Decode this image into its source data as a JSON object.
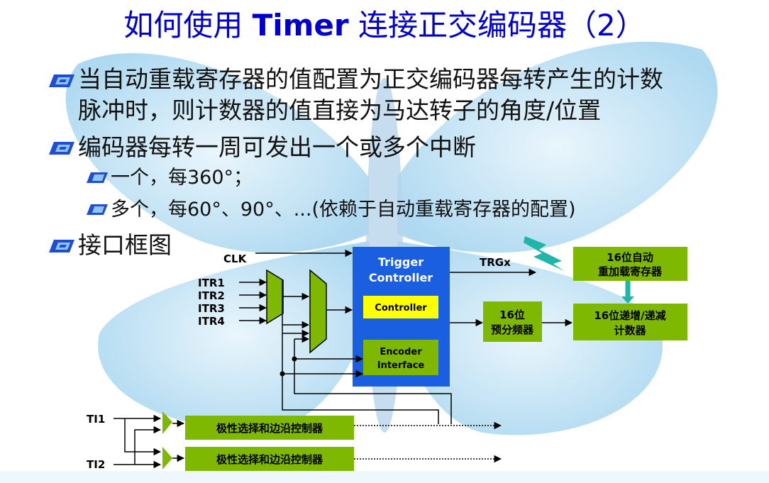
{
  "title": {
    "part1": "如何使用",
    "part2": "Timer",
    "part3": "连接正交编码器（2）"
  },
  "bullets": {
    "b1_line1": "当自动重载寄存器的值配置为正交编码器每转产生的计数",
    "b1_line2": "脉冲时，则计数器的值直接为马达转子的角度/位置",
    "b2": "编码器每转一周可发出一个或多个中断",
    "b2_sub1": "一个，每360°；",
    "b2_sub2": "多个，每60°、90°、...(依赖于自动重载寄存器的配置)",
    "b3": "接口框图"
  },
  "diagram": {
    "clk": "CLK",
    "itr1": "ITR1",
    "itr2": "ITR2",
    "itr3": "ITR3",
    "itr4": "ITR4",
    "trigger_controller_line1": "Trigger",
    "trigger_controller_line2": "Controller",
    "controller": "Controller",
    "encoder_line1": "Encoder",
    "encoder_line2": "Interface",
    "trgx": "TRGx",
    "reload_line1": "16位自动",
    "reload_line2": "重加载寄存器",
    "prescaler_line1": "16位",
    "prescaler_line2": "预分频器",
    "counter_line1": "16位递增/递减",
    "counter_line2": "计数器",
    "ti1": "TI1",
    "ti2": "TI2",
    "polarity1": "极性选择和边沿控制器",
    "polarity2": "极性选择和边沿控制器"
  },
  "colors": {
    "title_blue": "#0000cc",
    "block_blue": "#1a5fe0",
    "block_green": "#7fb800",
    "controller_yellow": "#ffff00",
    "lightning_teal": "#1fb5a8",
    "butterfly_light": "#c3e4f5"
  }
}
